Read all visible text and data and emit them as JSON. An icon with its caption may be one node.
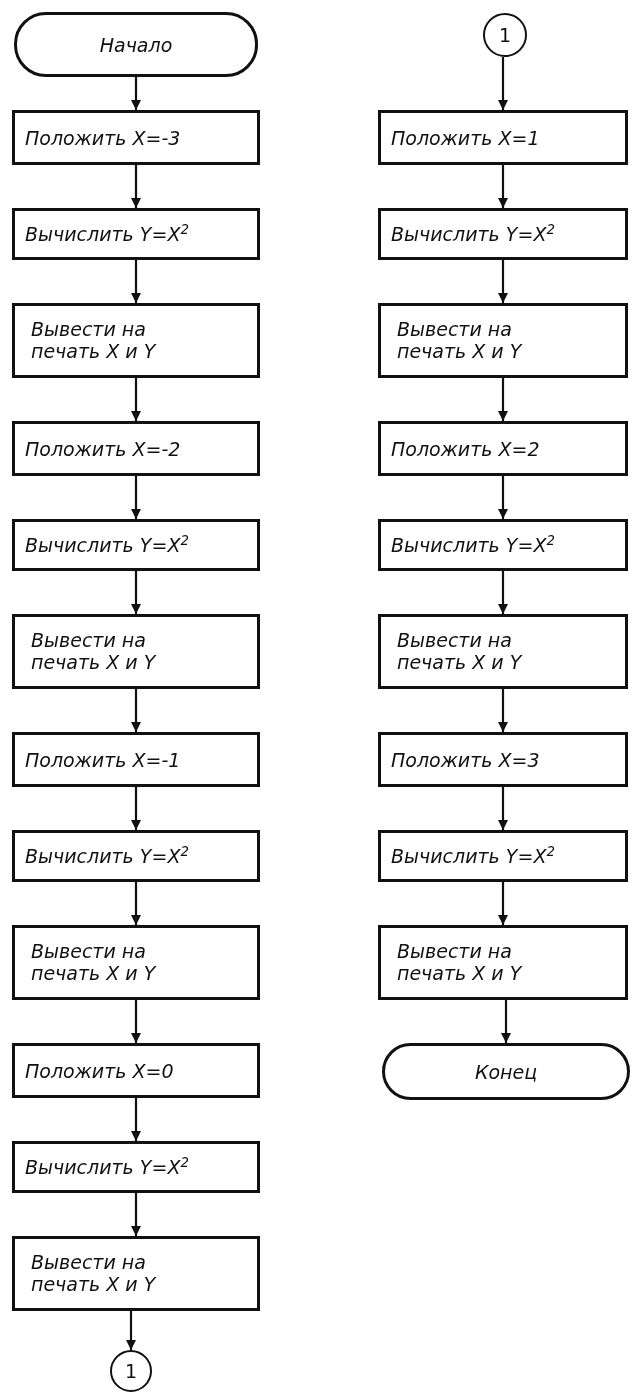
{
  "diagram": {
    "nodes": [
      {
        "text": [
          "Начало"
        ]
      },
      {
        "text": [
          "Положить X=-3"
        ]
      },
      {
        "text": [
          "Вычислить Y=X$^{2}$"
        ]
      },
      {
        "text": [
          "Вывести на печать X и Y"
        ]
      },
      {
        "text": [
          "Положить X=-2"
        ]
      },
      {
        "text": [
          "Вычислить Y=X$^{2}$"
        ]
      },
      {
        "text": [
          "Вывести на печать X и Y"
        ]
      },
      {
        "text": [
          "Положить X=-1"
        ]
      },
      {
        "text": [
          "Вычислить Y=X$^{2}$"
        ]
      },
      {
        "text": [
          "Вывести на печать X и Y"
        ]
      },
      {
        "text": [
          "Положить X=0"
        ]
      },
      {
        "text": [
          "Вычислить Y=X$^{2}$"
        ]
      },
      {
        "text": [
          "Вывести на печать X и Y"
        ]
      },
      {
        "text": [
          "1"
        ]
      },
      {
        "text": [
          "1"
        ]
      },
      {
        "text": [
          "Положить X=1"
        ]
      },
      {
        "text": [
          "Вычислить Y=X$^{2}$"
        ]
      },
      {
        "text": [
          "Вывести на печать X и Y"
        ]
      },
      {
        "text": [
          "Положить X=2"
        ]
      },
      {
        "text": [
          "Вычислить Y=X$^{2}$"
        ]
      },
      {
        "text": [
          "Вывести на печать X и Y"
        ]
      },
      {
        "text": [
          "Положить X=3"
        ]
      },
      {
        "text": [
          "Вычислить Y=X$^{2}$"
        ]
      },
      {
        "text": [
          "Вывести на печать X и Y"
        ]
      },
      {
        "text": [
          "Конец"
        ]
      }
    ],
    "edges": [
      {
        "from": 0,
        "to": 1,
        "arrow": "to"
      },
      {
        "from": 1,
        "to": 2,
        "arrow": "to"
      },
      {
        "from": 2,
        "to": 3,
        "arrow": "to"
      },
      {
        "from": 3,
        "to": 4,
        "arrow": "to"
      },
      {
        "from": 4,
        "to": 5,
        "arrow": "to"
      },
      {
        "from": 5,
        "to": 6,
        "arrow": "to"
      },
      {
        "from": 6,
        "to": 7,
        "arrow": "to"
      },
      {
        "from": 7,
        "to": 8,
        "arrow": "to"
      },
      {
        "from": 8,
        "to": 9,
        "arrow": "to"
      },
      {
        "from": 9,
        "to": 10,
        "arrow": "to"
      },
      {
        "from": 10,
        "to": 11,
        "arrow": "to"
      },
      {
        "from": 11,
        "to": 12,
        "arrow": "to"
      },
      {
        "from": 12,
        "to": 13,
        "arrow": "to"
      },
      {
        "from": 14,
        "to": 15,
        "arrow": "to"
      },
      {
        "from": 15,
        "to": 16,
        "arrow": "to"
      },
      {
        "from": 16,
        "to": 17,
        "arrow": "to"
      },
      {
        "from": 17,
        "to": 18,
        "arrow": "to"
      },
      {
        "from": 18,
        "to": 19,
        "arrow": "to"
      },
      {
        "from": 19,
        "to": 20,
        "arrow": "to"
      },
      {
        "from": 20,
        "to": 21,
        "arrow": "to"
      },
      {
        "from": 21,
        "to": 22,
        "arrow": "to"
      },
      {
        "from": 22,
        "to": 23,
        "arrow": "to"
      },
      {
        "from": 23,
        "to": 24,
        "arrow": "to"
      }
    ]
  }
}
